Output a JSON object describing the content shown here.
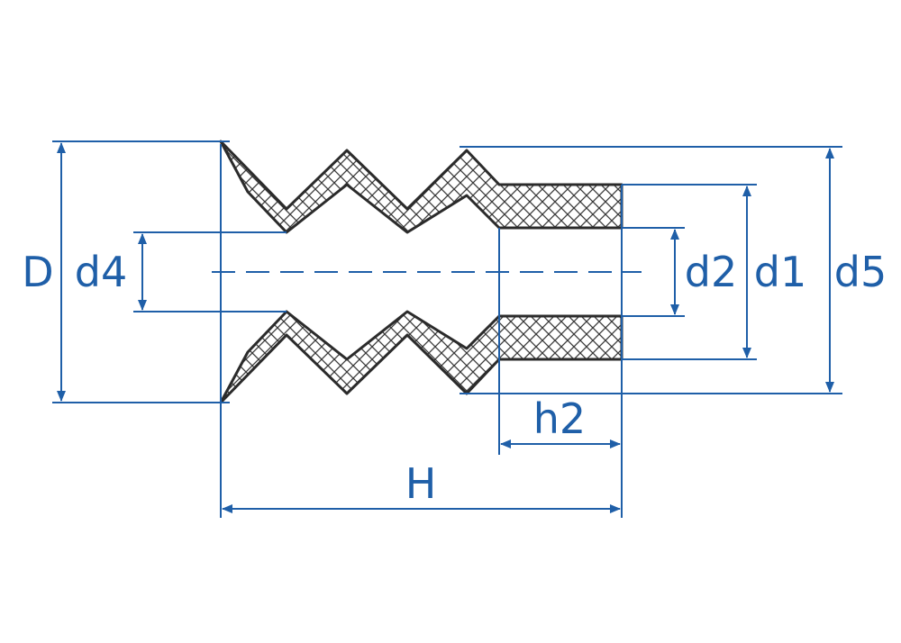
{
  "colors": {
    "dimension": "#1f5fa8",
    "outline": "#2b2b2b",
    "hatch": "#3a3a3a",
    "background": "#ffffff"
  },
  "labels": {
    "D": "D",
    "d4": "d4",
    "d2": "d2",
    "d1": "d1",
    "d5": "d5",
    "h2": "h2",
    "H": "H"
  }
}
